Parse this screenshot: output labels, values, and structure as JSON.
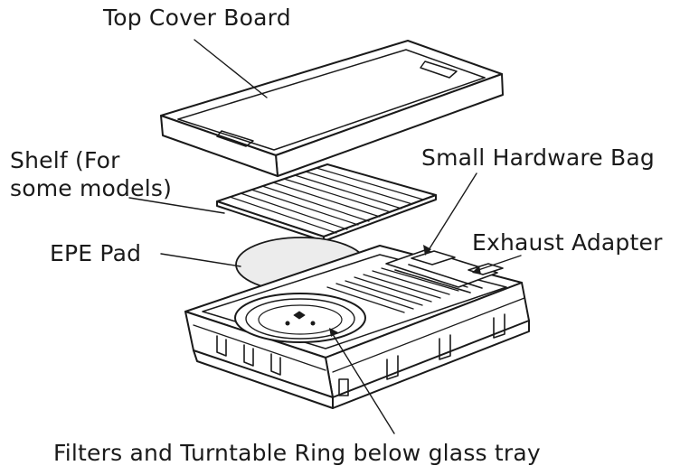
{
  "labels": {
    "top_cover_board": "Top Cover Board",
    "shelf_line1": "Shelf (For",
    "shelf_line2": "some models)",
    "small_hardware_bag": "Small Hardware Bag",
    "epe_pad": "EPE Pad",
    "exhaust_adapter": "Exhaust Adapter",
    "filters_turntable": "Filters and Turntable Ring below glass tray"
  },
  "colors": {
    "ink": "#1a1a1a",
    "paper": "#ffffff",
    "pad_fill": "#ececec"
  }
}
